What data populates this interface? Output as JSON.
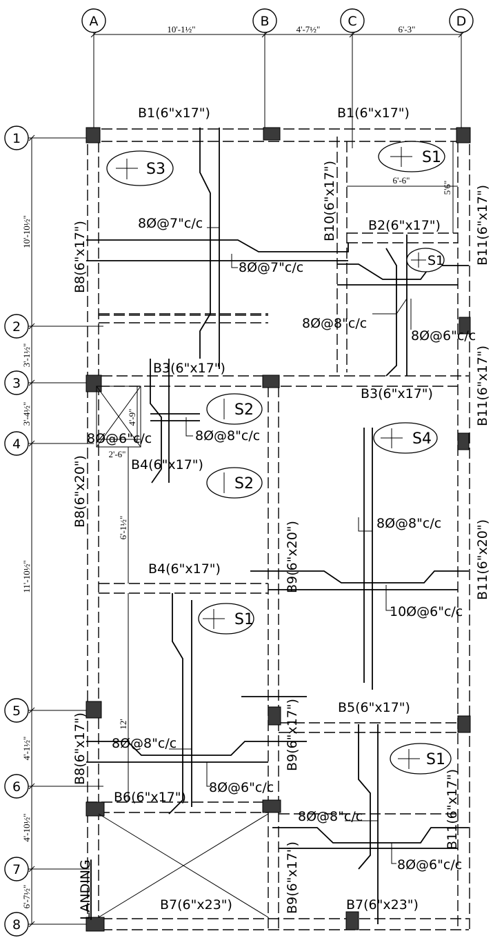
{
  "grid_columns": [
    "A",
    "B",
    "C",
    "D"
  ],
  "grid_rows": [
    "1",
    "2",
    "3",
    "4",
    "5",
    "6",
    "7",
    "8"
  ],
  "top_dimensions": [
    "10'-1½\"",
    "4'-7½\"",
    "6'-3\""
  ],
  "left_dimensions": [
    "10'-10½\"",
    "3'-1½\"",
    "3'-4½\"",
    "11'-10½\"",
    "4'-1½\"",
    "4'-10½\"",
    "6'-7½\""
  ],
  "beams": {
    "b1_left": "B1(6\"x17\")",
    "b1_right": "B1(6\"x17\")",
    "b2": "B2(6\"x17\")",
    "b3_left": "B3(6\"x17\")",
    "b3_right": "B3(6\"x17\")",
    "b4_top": "B4(6\"x17\")",
    "b4_mid": "B4(6\"x17\")",
    "b5": "B5(6\"x17\")",
    "b6": "B6(6\"x17\")",
    "b7_left": "B7(6\"x23\")",
    "b7_right": "B7(6\"x23\")",
    "b8_top": "B8(6\"x17\")",
    "b8_mid": "B8(6\"x20\")",
    "b8_bot": "B8(6\"x17\")",
    "b9_top": "B9(6\"x20\")",
    "b9_mid": "B9(6\"x17\")",
    "b9_bot": "B9(6\"x17\")",
    "b10": "B10(6\"x17\")",
    "b11_1": "B11(6\"x17\")",
    "b11_2": "B11(6\"x17\")",
    "b11_3": "B11(6\"x20\")",
    "b11_4": "B11(6\"x17\")"
  },
  "slabs": {
    "s3": "S3",
    "s1_top": "S1",
    "s1_small": "S1",
    "s2_top": "S2",
    "s2_mid": "S2",
    "s4": "S4",
    "s1_mid": "S1",
    "s1_bot": "S1"
  },
  "rebar": {
    "r1": "8Ø@7\"c/c",
    "r2": "8Ø@7\"c/c",
    "r3": "8Ø@8\"c/c",
    "r4": "8Ø@6\"c/c",
    "r5": "8Ø@6\"c/c",
    "r6": "8Ø@8\"c/c",
    "r7": "8Ø@8\"c/c",
    "r8": "10Ø@6\"c/c",
    "r9": "8Ø@8\"c/c",
    "r10": "8Ø@6\"c/c",
    "r11": "8Ø@8\"c/c",
    "r12": "8Ø@6\"c/c"
  },
  "inner_dimensions": {
    "d1": "6'-6\"",
    "d2": "5'6\"",
    "d3": "4'-9\"",
    "d4": "2'-6\"",
    "d5": "6'-1½\"",
    "d6": "12'"
  },
  "landing": "LANDING"
}
